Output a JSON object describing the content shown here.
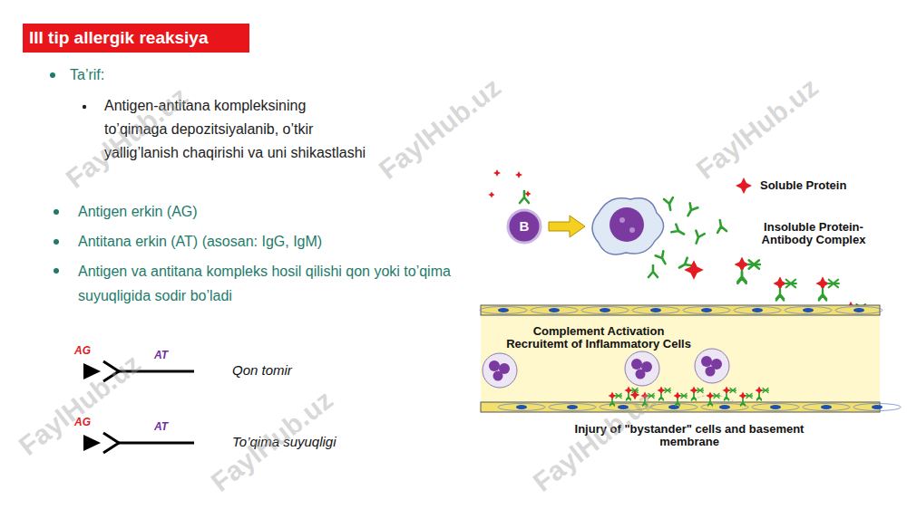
{
  "diagram": {
    "title": "III tip allergik reaksiya",
    "nodes": [
      {
        "text": [
          "B"
        ]
      },
      {
        "text": [
          "Complement Activation",
          "Recruitemt of Inflammatory Cells"
        ]
      }
    ],
    "labels": [
      "Ta’rif:",
      "Antigen-antitana kompleksining to’qimaga depozitsiyalanib, o’tkir yallig’lanish chaqirishi va uni shikastlashi",
      "Antigen erkin (AG)",
      "Antitana erkin (AT) (asosan: IgG, IgM)",
      "Antigen va antitana kompleks hosil qilishi qon yoki to’qima suyuqligida sodir bo’ladi",
      "AG",
      "AT",
      "Qon tomir",
      "AG",
      "AT",
      "To’qima suyuqligi",
      "Soluble Protein",
      "Insoluble Protein-Antibody Complex",
      "Injury of \"bystander\" cells and basement membrane",
      "FaylHub.uz",
      "FaylHub.uz",
      "FaylHub.uz",
      "FaylHub.uz",
      "FaylHub.uz",
      "FaylHub.uz"
    ]
  }
}
